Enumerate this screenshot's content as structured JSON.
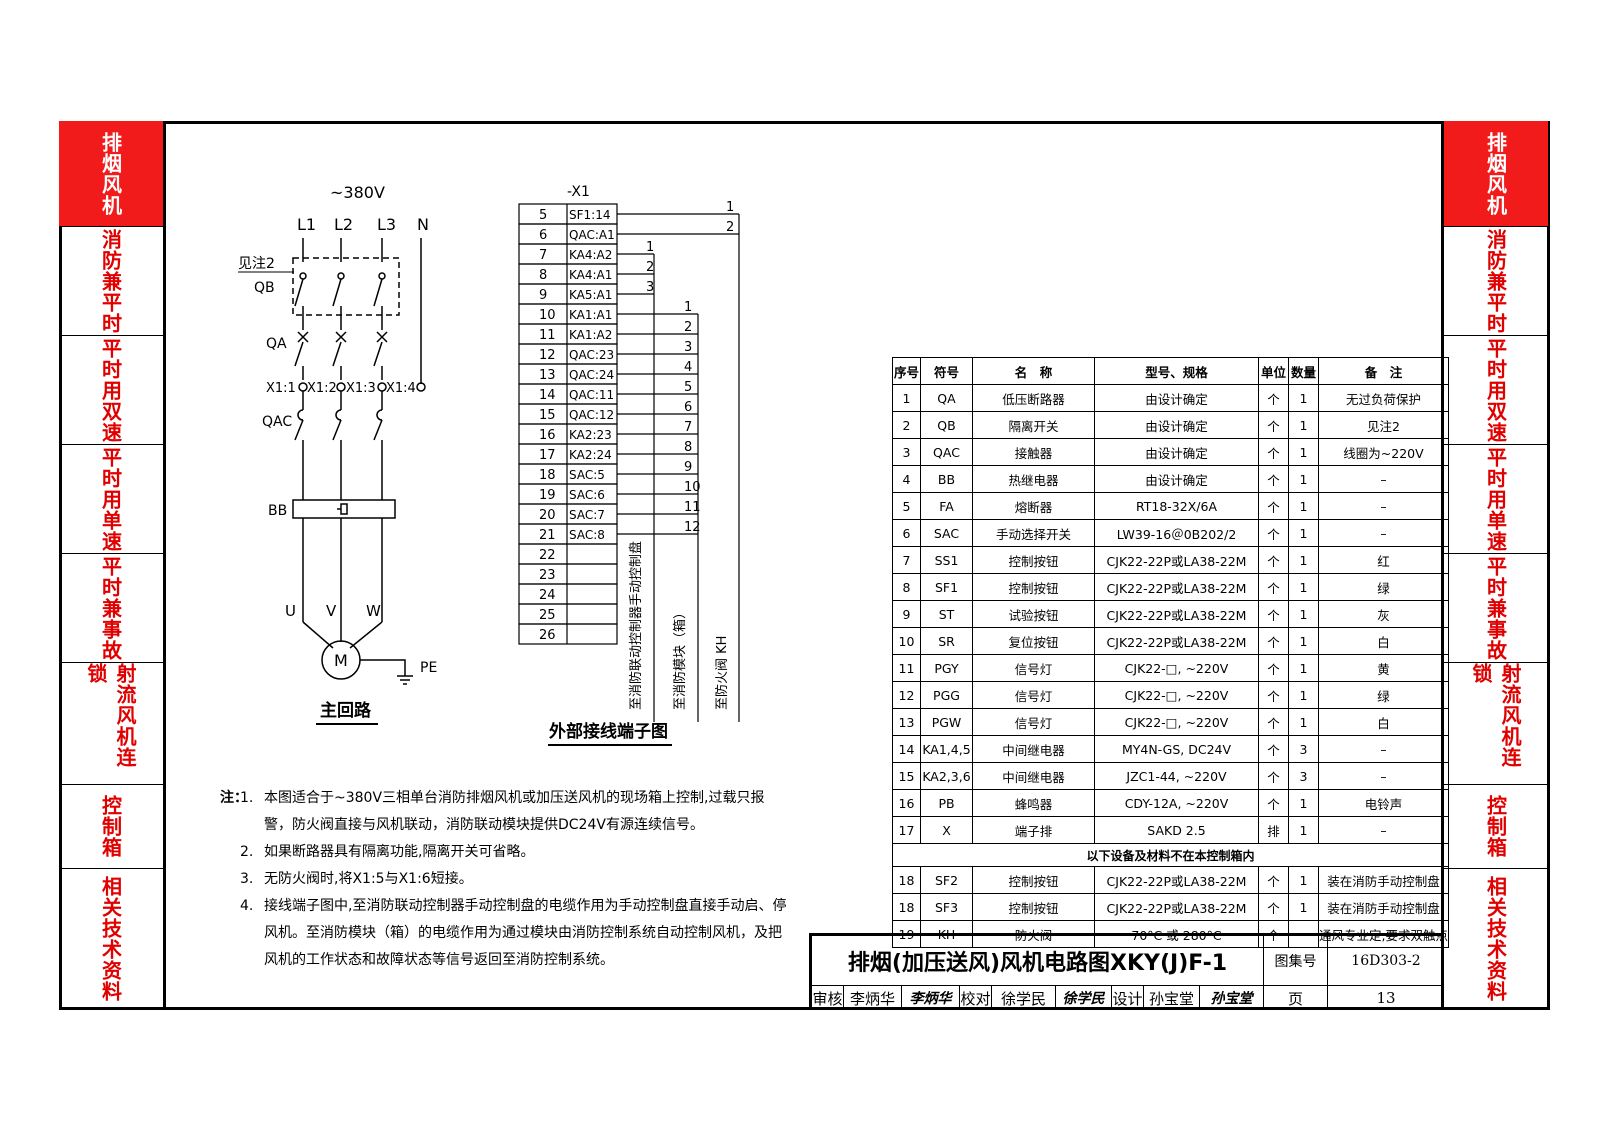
{
  "sidebar": {
    "items": [
      {
        "label": "排烟风机",
        "active": true
      },
      {
        "label": "消防兼平时",
        "active": false
      },
      {
        "label": "平时用双速",
        "active": false
      },
      {
        "label": "平时用单速",
        "active": false
      },
      {
        "label": "平时兼事故",
        "active": false
      },
      {
        "label": "射流风机连锁",
        "active": false
      },
      {
        "label": "控制箱",
        "active": false
      },
      {
        "label": "相关技术资料",
        "active": false
      }
    ]
  },
  "main_circuit": {
    "supply": "~380V",
    "phases": [
      "L1",
      "L2",
      "L3",
      "N"
    ],
    "see_note": "见注2",
    "qb": "QB",
    "qa": "QA",
    "terminals": [
      "X1:1",
      "X1:2",
      "X1:3",
      "X1:4"
    ],
    "qac": "QAC",
    "bb": "BB",
    "motor_phases": [
      "U",
      "V",
      "W"
    ],
    "motor": "M",
    "pe": "PE",
    "caption": "主回路"
  },
  "terminal_diagram": {
    "header": "-X1",
    "rows": [
      {
        "n": "5",
        "label": "SF1:14"
      },
      {
        "n": "6",
        "label": "QAC:A1"
      },
      {
        "n": "7",
        "label": "KA4:A2"
      },
      {
        "n": "8",
        "label": "KA4:A1"
      },
      {
        "n": "9",
        "label": "KA5:A1"
      },
      {
        "n": "10",
        "label": "KA1:A1"
      },
      {
        "n": "11",
        "label": "KA1:A2"
      },
      {
        "n": "12",
        "label": "QAC:23"
      },
      {
        "n": "13",
        "label": "QAC:24"
      },
      {
        "n": "14",
        "label": "QAC:11"
      },
      {
        "n": "15",
        "label": "QAC:12"
      },
      {
        "n": "16",
        "label": "KA2:23"
      },
      {
        "n": "17",
        "label": "KA2:24"
      },
      {
        "n": "18",
        "label": "SAC:5"
      },
      {
        "n": "19",
        "label": "SAC:6"
      },
      {
        "n": "20",
        "label": "SAC:7"
      },
      {
        "n": "21",
        "label": "SAC:8"
      },
      {
        "n": "22",
        "label": ""
      },
      {
        "n": "23",
        "label": ""
      },
      {
        "n": "24",
        "label": ""
      },
      {
        "n": "25",
        "label": ""
      },
      {
        "n": "26",
        "label": ""
      }
    ],
    "cable_labels": [
      "至消防联动控制器手动控制盘",
      "至消防模块（箱）",
      "至防火阀 KH"
    ],
    "caption": "外部接线端子图"
  },
  "notes": {
    "label": "注：",
    "items": [
      {
        "num": "1.",
        "text": "本图适合于~380V三相单台消防排烟风机或加压送风机的现场箱上控制,过载只报警，防火阀直接与风机联动，消防联动模块提供DC24V有源连续信号。"
      },
      {
        "num": "2.",
        "text": "如果断路器具有隔离功能,隔离开关可省略。"
      },
      {
        "num": "3.",
        "text": "无防火阀时,将X1:5与X1:6短接。"
      },
      {
        "num": "4.",
        "text": "接线端子图中,至消防联动控制器手动控制盘的电缆作用为手动控制盘直接手动启、停风机。至消防模块（箱）的电缆作用为通过模块由消防控制系统自动控制风机，及把风机的工作状态和故障状态等信号返回至消防控制系统。"
      }
    ]
  },
  "parts_table": {
    "headers": [
      "序号",
      "符号",
      "名　称",
      "型号、规格",
      "单位",
      "数量",
      "备　注"
    ],
    "rows": [
      [
        "1",
        "QA",
        "低压断路器",
        "由设计确定",
        "个",
        "1",
        "无过负荷保护"
      ],
      [
        "2",
        "QB",
        "隔离开关",
        "由设计确定",
        "个",
        "1",
        "见注2"
      ],
      [
        "3",
        "QAC",
        "接触器",
        "由设计确定",
        "个",
        "1",
        "线圈为~220V"
      ],
      [
        "4",
        "BB",
        "热继电器",
        "由设计确定",
        "个",
        "1",
        "–"
      ],
      [
        "5",
        "FA",
        "熔断器",
        "RT18-32X/6A",
        "个",
        "1",
        "–"
      ],
      [
        "6",
        "SAC",
        "手动选择开关",
        "LW39-16＠0B202/2",
        "个",
        "1",
        "–"
      ],
      [
        "7",
        "SS1",
        "控制按钮",
        "CJK22-22P或LA38-22M",
        "个",
        "1",
        "红"
      ],
      [
        "8",
        "SF1",
        "控制按钮",
        "CJK22-22P或LA38-22M",
        "个",
        "1",
        "绿"
      ],
      [
        "9",
        "ST",
        "试验按钮",
        "CJK22-22P或LA38-22M",
        "个",
        "1",
        "灰"
      ],
      [
        "10",
        "SR",
        "复位按钮",
        "CJK22-22P或LA38-22M",
        "个",
        "1",
        "白"
      ],
      [
        "11",
        "PGY",
        "信号灯",
        "CJK22-□, ~220V",
        "个",
        "1",
        "黄"
      ],
      [
        "12",
        "PGG",
        "信号灯",
        "CJK22-□, ~220V",
        "个",
        "1",
        "绿"
      ],
      [
        "13",
        "PGW",
        "信号灯",
        "CJK22-□, ~220V",
        "个",
        "1",
        "白"
      ],
      [
        "14",
        "KA1,4,5",
        "中间继电器",
        "MY4N-GS, DC24V",
        "个",
        "3",
        "–"
      ],
      [
        "15",
        "KA2,3,6",
        "中间继电器",
        "JZC1-44, ~220V",
        "个",
        "3",
        "–"
      ],
      [
        "16",
        "PB",
        "蜂鸣器",
        "CDY-12A, ~220V",
        "个",
        "1",
        "电铃声"
      ],
      [
        "17",
        "X",
        "端子排",
        "SAKD 2.5",
        "排",
        "1",
        "–"
      ]
    ],
    "section_label": "以下设备及材料不在本控制箱内",
    "rows_ext": [
      [
        "18",
        "SF2",
        "控制按钮",
        "CJK22-22P或LA38-22M",
        "个",
        "1",
        "装在消防手动控制盘"
      ],
      [
        "18",
        "SF3",
        "控制按钮",
        "CJK22-22P或LA38-22M",
        "个",
        "1",
        "装在消防手动控制盘"
      ],
      [
        "19",
        "KH",
        "防火阀",
        "70°C 或 280°C",
        "个",
        "–",
        "通风专业定,要求双触点"
      ]
    ]
  },
  "title_block": {
    "title": "排烟(加压送风)风机电路图XKY(J)F-1",
    "atlas_label": "图集号",
    "atlas_value": "16D303-2",
    "review_label": "审核",
    "reviewer": "李炳华",
    "check_label": "校对",
    "checker": "徐学民",
    "design_label": "设计",
    "designer": "孙宝堂",
    "page_label": "页",
    "page": "13"
  }
}
